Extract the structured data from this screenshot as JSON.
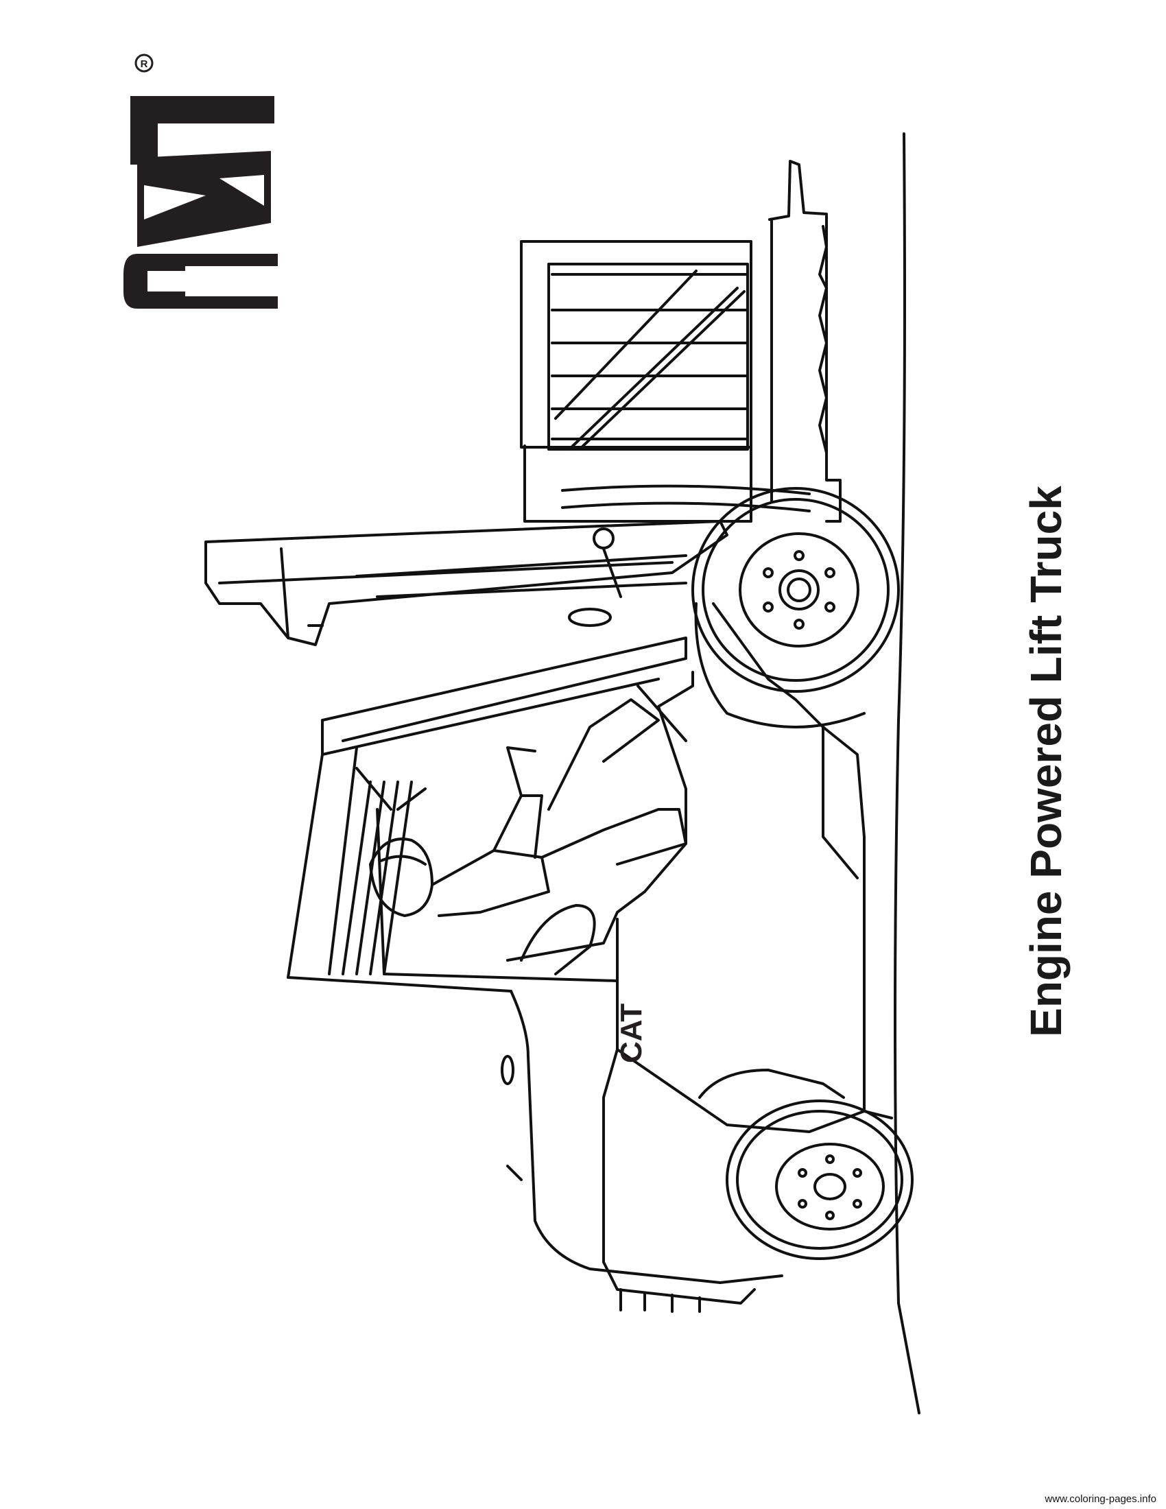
{
  "brand": {
    "logo_text": "CAT",
    "registered_mark": "R",
    "body_badge_text": "CAT",
    "ink_color": "#231f20"
  },
  "title": "Engine Powered Lift Truck",
  "watermark": "www.coloring-pages.info",
  "illustration": {
    "subject": "forklift",
    "style": "line-art"
  }
}
